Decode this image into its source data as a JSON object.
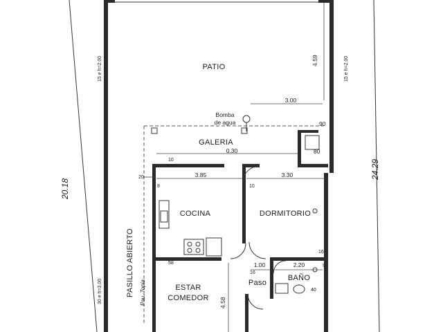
{
  "rooms": {
    "patio": "PATIO",
    "galeria": "GALERIA",
    "cocina": "COCINA",
    "dormitorio": "DORMITORIO",
    "bano": "BAÑO",
    "paso": "Paso",
    "estar_line1": "ESTAR",
    "estar_line2": "COMEDOR",
    "pasillo": "PASILLO ABIERTO"
  },
  "labels": {
    "bomba_line1": "Bomba",
    "bomba_line2": "de agua",
    "pared_topia": "Pau. Topia",
    "wall_left_upper": "15 e h=2.00",
    "wall_left_lower": "30 e h=3.00",
    "wall_right_upper": "15 e h=2.00"
  },
  "dimensions": {
    "d_459": "4.59",
    "d_300": "3.00",
    "d_030": "0.30",
    "d_385": "3.85",
    "d_330": "3.30",
    "d_100": "1.00",
    "d_220": "2.20",
    "d_458": "4.58",
    "d_80": "80",
    "d_90": "90",
    "d_10a": "10",
    "d_10b": "10",
    "d_20": "20",
    "d_16a": "16",
    "d_16b": "16",
    "d_58": "58",
    "d_9": "9",
    "d_40": "40",
    "d_8": "8",
    "total_left": "20.18",
    "total_right": "24.29"
  }
}
